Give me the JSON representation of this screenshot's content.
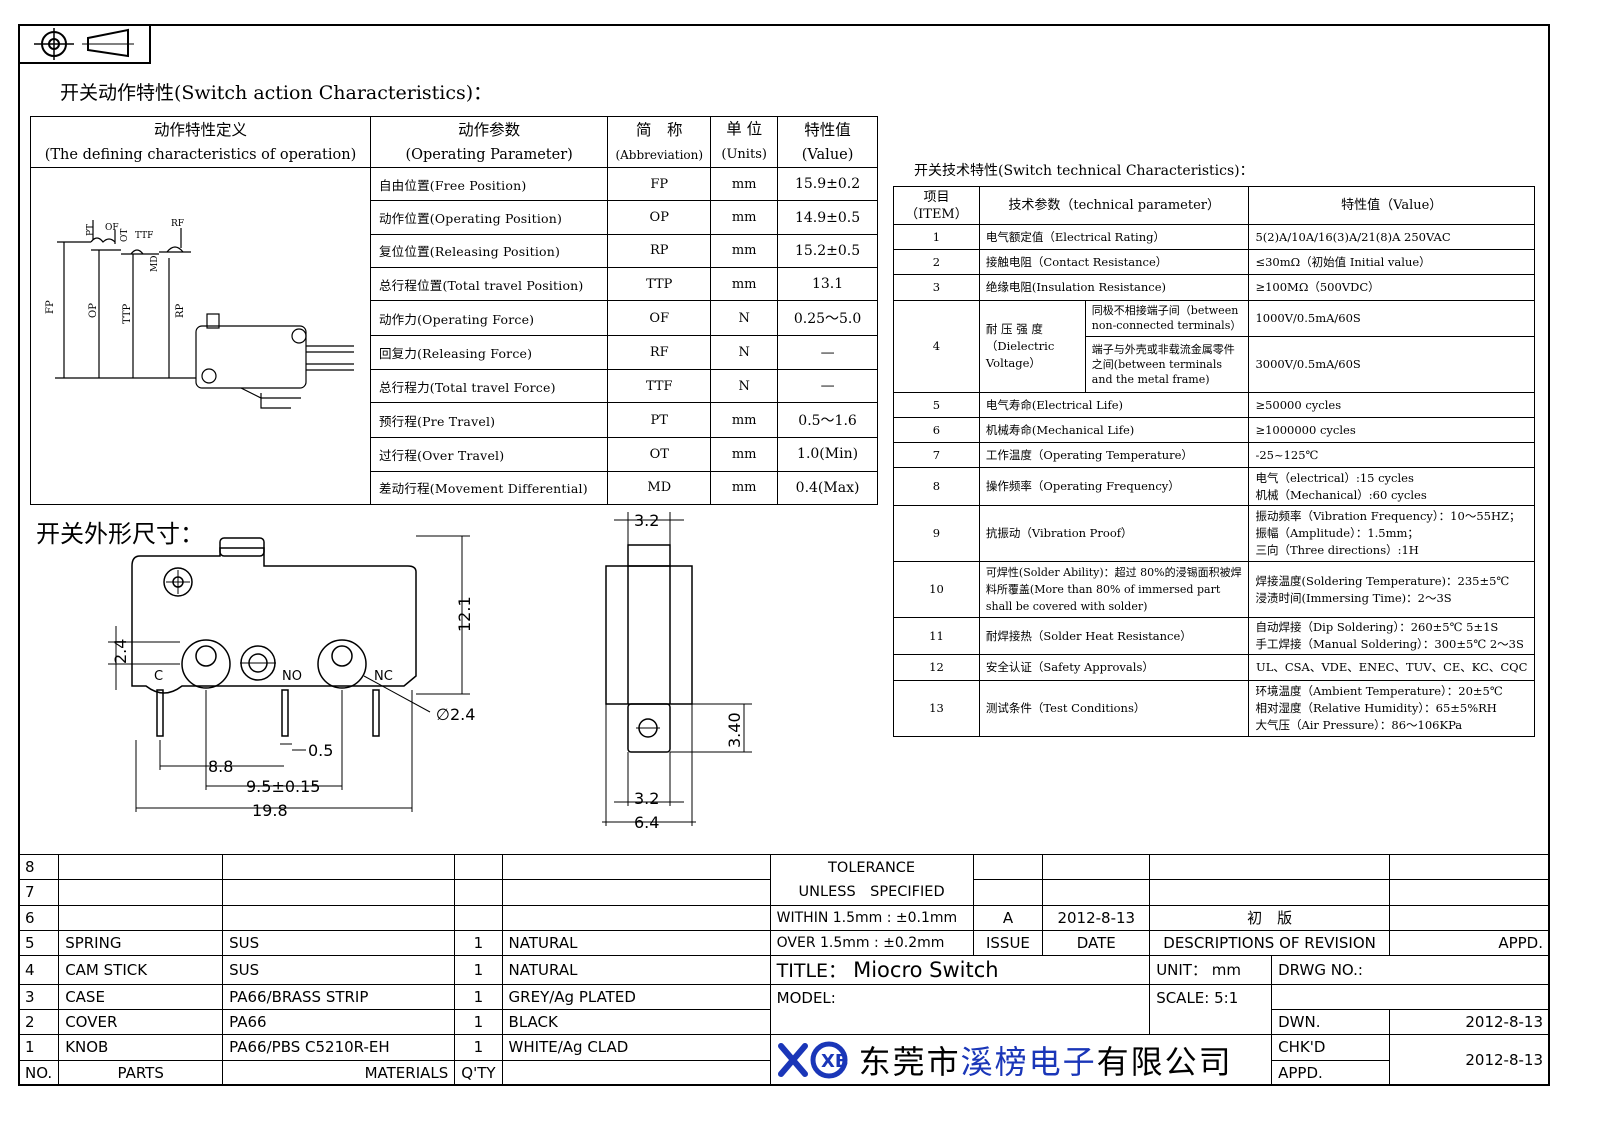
{
  "action": {
    "title": "开关动作特性(Switch action Characteristics)：",
    "headers": {
      "definition_cn": "动作特性定义",
      "definition_en": "(The defining characteristics of operation)",
      "param_cn": "动作参数",
      "param_en": "(Operating Parameter)",
      "abbr_cn": "简　称",
      "abbr_en": "(Abbreviation)",
      "unit_cn": "单 位",
      "unit_en": "(Units)",
      "value_cn": "特性值",
      "value_en": "(Value)"
    },
    "rows": [
      {
        "param": "自由位置(Free Position)",
        "abbr": "FP",
        "unit": "mm",
        "value": "15.9±0.2"
      },
      {
        "param": "动作位置(Operating Position)",
        "abbr": "OP",
        "unit": "mm",
        "value": "14.9±0.5"
      },
      {
        "param": "复位位置(Releasing Position)",
        "abbr": "RP",
        "unit": "mm",
        "value": "15.2±0.5"
      },
      {
        "param": "总行程位置(Total travel Position)",
        "abbr": "TTP",
        "unit": "mm",
        "value": "13.1"
      },
      {
        "param": "动作力(Operating Force)",
        "abbr": "OF",
        "unit": "N",
        "value": "0.25～5.0"
      },
      {
        "param": "回复力(Releasing Force)",
        "abbr": "RF",
        "unit": "N",
        "value": "—"
      },
      {
        "param": "总行程力(Total travel Force)",
        "abbr": "TTF",
        "unit": "N",
        "value": "—"
      },
      {
        "param": "预行程(Pre Travel)",
        "abbr": "PT",
        "unit": "mm",
        "value": "0.5～1.6"
      },
      {
        "param": "过行程(Over Travel)",
        "abbr": "OT",
        "unit": "mm",
        "value": "1.0(Min)"
      },
      {
        "param": "差动行程(Movement Differential)",
        "abbr": "MD",
        "unit": "mm",
        "value": "0.4(Max)"
      }
    ],
    "diagram_labels": {
      "fp": "FP",
      "op": "OP",
      "ttp": "TTP",
      "rp": "RP",
      "pt": "PT",
      "of": "OF",
      "ot": "OT",
      "ttf": "TTF",
      "md": "MD",
      "rf": "RF"
    }
  },
  "technical": {
    "title": "开关技术特性(Switch technical Characteristics)：",
    "headers": {
      "item_cn": "项目",
      "item_en": "（ITEM）",
      "param": "技术参数（technical parameter）",
      "value": "特性值（Value）"
    },
    "rows": [
      {
        "item": "1",
        "param": "电气额定值（Electrical Rating）",
        "value": "5(2)A/10A/16(3)A/21(8)A  250VAC"
      },
      {
        "item": "2",
        "param": "接触电阻（Contact  Resistance）",
        "value": "≤30mΩ（初始值 Initial value）"
      },
      {
        "item": "3",
        "param": "绝缘电阻(Insulation Resistance)",
        "value": "≥100MΩ（500VDC）"
      },
      {
        "item": "4",
        "param": "耐 压 强 度（Dielectric Voltage）",
        "sub": [
          {
            "label": "同极不相接端子间（between non-connected terminals）",
            "value": "1000V/0.5mA/60S"
          },
          {
            "label": "端子与外壳或非载流金属零件之间(between terminals and the metal frame)",
            "value": "3000V/0.5mA/60S"
          }
        ]
      },
      {
        "item": "5",
        "param": "电气寿命(Electrical Life)",
        "value": "≥50000 cycles"
      },
      {
        "item": "6",
        "param": "机械寿命(Mechanical Life)",
        "value": "≥1000000 cycles"
      },
      {
        "item": "7",
        "param": "工作温度（Operating Temperature）",
        "value": "-25~125℃"
      },
      {
        "item": "8",
        "param": "操作频率（Operating Frequency）",
        "value1": "电气（electrical）:15 cycles",
        "value2": "机械（Mechanical）:60 cycles"
      },
      {
        "item": "9",
        "param": "抗振动（Vibration Proof）",
        "value1": "振动频率（Vibration Frequency）：10～55HZ；",
        "value2": "振幅（Amplitude）：1.5mm；",
        "value3": "三向（Three directions）:1H"
      },
      {
        "item": "10",
        "param": "可焊性(Solder Ability)：超过 80%的浸锡面积被焊料所覆盖(More than 80% of immersed part shall be covered with solder)",
        "value1": "焊接温度(Soldering Temperature)：235±5℃",
        "value2": "浸渍时间(Immersing Time)：2～3S"
      },
      {
        "item": "11",
        "param": "耐焊接热（Solder Heat Resistance）",
        "value1": "自动焊接（Dip Soldering）：260±5℃ 5±1S",
        "value2": "手工焊接（Manual Soldering）：300±5℃ 2～3S"
      },
      {
        "item": "12",
        "param": "安全认证（Safety Approvals）",
        "value": "UL、CSA、VDE、ENEC、TUV、CE、KC、CQC"
      },
      {
        "item": "13",
        "param": "测试条件（Test Conditions）",
        "value1": "环境温度（Ambient Temperature）：20±5℃",
        "value2": "相对湿度（Relative Humidity）：65±5%RH",
        "value3": "大气压（Air Pressure）：86～106KPa"
      }
    ]
  },
  "dimensions": {
    "title": "开关外形尺寸：",
    "labels": {
      "c": "C",
      "no": "NO",
      "nc": "NC",
      "d24": "∅2.4",
      "p24": "2.4",
      "d121": "12.1",
      "d05": "0.5",
      "d88": "8.8",
      "d95": "9.5±0.15",
      "d198": "19.8",
      "d32top": "3.2",
      "d32bot": "3.2",
      "d340": "3.40",
      "d64": "6.4"
    }
  },
  "title_block": {
    "parts": [
      {
        "no": "8",
        "part": "",
        "material": "",
        "qty": "",
        "note": ""
      },
      {
        "no": "7",
        "part": "",
        "material": "",
        "qty": "",
        "note": ""
      },
      {
        "no": "6",
        "part": "",
        "material": "",
        "qty": "",
        "note": ""
      },
      {
        "no": "5",
        "part": "SPRING",
        "material": "SUS",
        "qty": "1",
        "note": "NATURAL"
      },
      {
        "no": "4",
        "part": "CAM STICK",
        "material": "SUS",
        "qty": "1",
        "note": "NATURAL"
      },
      {
        "no": "3",
        "part": "CASE",
        "material": "PA66/BRASS STRIP",
        "qty": "1",
        "note": "GREY/Ag PLATED"
      },
      {
        "no": "2",
        "part": "COVER",
        "material": "PA66",
        "qty": "1",
        "note": "BLACK"
      },
      {
        "no": "1",
        "part": "KNOB",
        "material": "PA66/PBS C5210R-EH",
        "qty": "1",
        "note": "WHITE/Ag CLAD"
      }
    ],
    "head": {
      "no": "NO.",
      "parts": "PARTS",
      "materials": "MATERIALS",
      "qty": "Q'TY"
    },
    "tolerance1": "TOLERANCE",
    "tolerance2": "UNLESS　SPECIFIED",
    "tolerance3": "WITHIN 1.5mm : ±0.1mm",
    "tolerance4": "OVER 1.5mm : ±0.2mm",
    "issue_val": "A",
    "date_val": "2012-8-13",
    "desc_val": "初　版",
    "issue": "ISSUE",
    "date": "DATE",
    "desc": "DESCRIPTIONS OF REVISION",
    "appd": "APPD.",
    "title_label": "TITLE：",
    "title_value": "Miocro Switch",
    "unit_label": "UNIT：",
    "unit_value": "mm",
    "drwg": "DRWG NO.:",
    "model": "MODEL:",
    "scale_label": "SCALE:",
    "scale_value": "5:1",
    "dwn": "DWN.",
    "dwn_date": "2012-8-13",
    "chkd": "CHK'D",
    "chkd_date": "2012-8-13",
    "appd2": "APPD.",
    "company_a": "东莞市",
    "company_b": "溪榜电子",
    "company_c": "有限公司",
    "logo_text": "XB"
  },
  "colors": {
    "brand_blue": "#1a36b8",
    "ink": "#000000"
  }
}
